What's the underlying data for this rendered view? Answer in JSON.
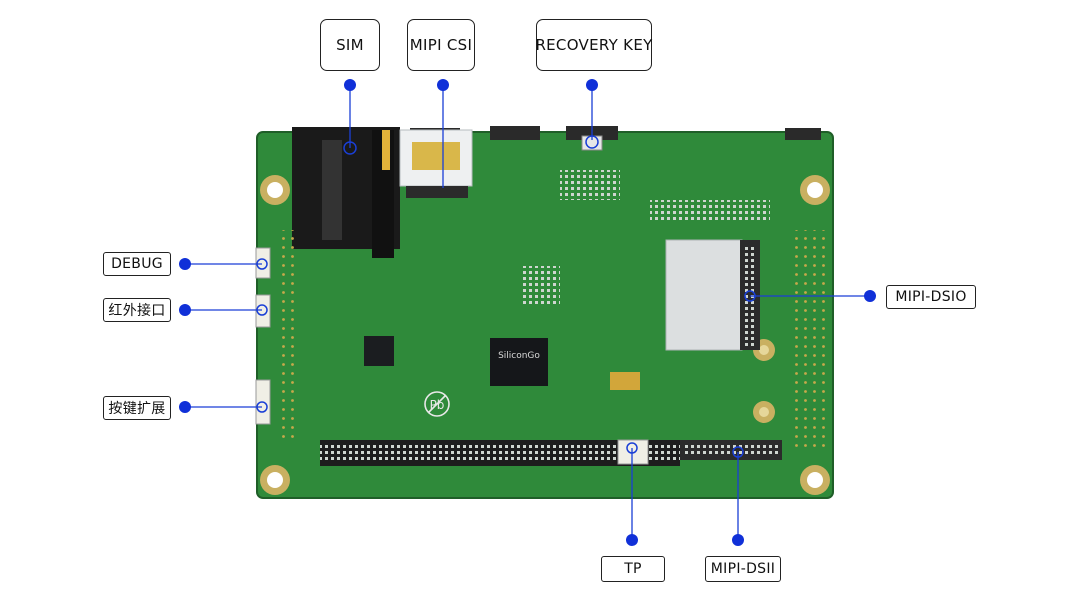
{
  "colors": {
    "pcb": "#2f8a3a",
    "pcb_dark": "#1f5e28",
    "connector": "#e9ecee",
    "chip": "#15171a",
    "callout_line": "#1a3fd6",
    "callout_dot": "#1030d8"
  },
  "callouts": {
    "sim": "SIM",
    "mipi_csi": "MIPI CSI",
    "recovery_key": "RECOVERY KEY",
    "debug": "DEBUG",
    "infrared": "红外接口",
    "button_ext": "按键扩展",
    "mipi_dsi0": "MIPI-DSIO",
    "tp": "TP",
    "mipi_dsi1": "MIPI-DSII"
  },
  "board": {
    "chip_brand": "SiliconGo",
    "pb_mark": "Pb"
  }
}
